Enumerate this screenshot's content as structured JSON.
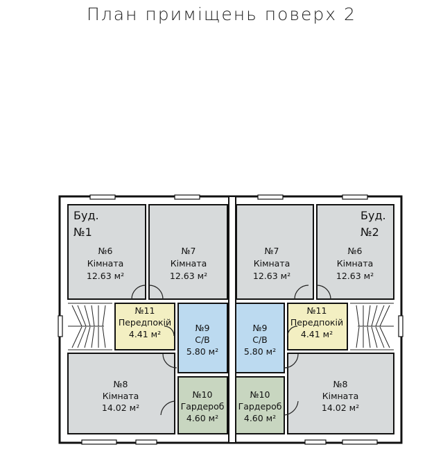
{
  "title": "План приміщень поверх 2",
  "colors": {
    "wall": "#111111",
    "room": "#d7dadb",
    "hall": "#f3efc2",
    "bath": "#bcdaf0",
    "wardrobe": "#c8d6c0",
    "stair": "#ffffff"
  },
  "buildings": [
    {
      "line1": "Буд.",
      "line2": "№1"
    },
    {
      "line1": "Буд.",
      "line2": "№2"
    }
  ],
  "rooms": [
    {
      "number": "№6",
      "name": "Кімната",
      "area": "12.63 м²"
    },
    {
      "number": "№7",
      "name": "Кімната",
      "area": "12.63 м²"
    },
    {
      "number": "№7",
      "name": "Кімната",
      "area": "12.63 м²"
    },
    {
      "number": "№6",
      "name": "Кімната",
      "area": "12.63 м²"
    },
    {
      "number": "№11",
      "name": "Передпокій",
      "area": "4.41 м²"
    },
    {
      "number": "№9",
      "name": "С/В",
      "area": "5.80 м²"
    },
    {
      "number": "№9",
      "name": "С/В",
      "area": "5.80 м²"
    },
    {
      "number": "№11",
      "name": "Передпокій",
      "area": "4.41 м²"
    },
    {
      "number": "№8",
      "name": "Кімната",
      "area": "14.02 м²"
    },
    {
      "number": "№10",
      "name": "Гардероб",
      "area": "4.60 м²"
    },
    {
      "number": "№10",
      "name": "Гардероб",
      "area": "4.60 м²"
    },
    {
      "number": "№8",
      "name": "Кімната",
      "area": "14.02 м²"
    }
  ]
}
